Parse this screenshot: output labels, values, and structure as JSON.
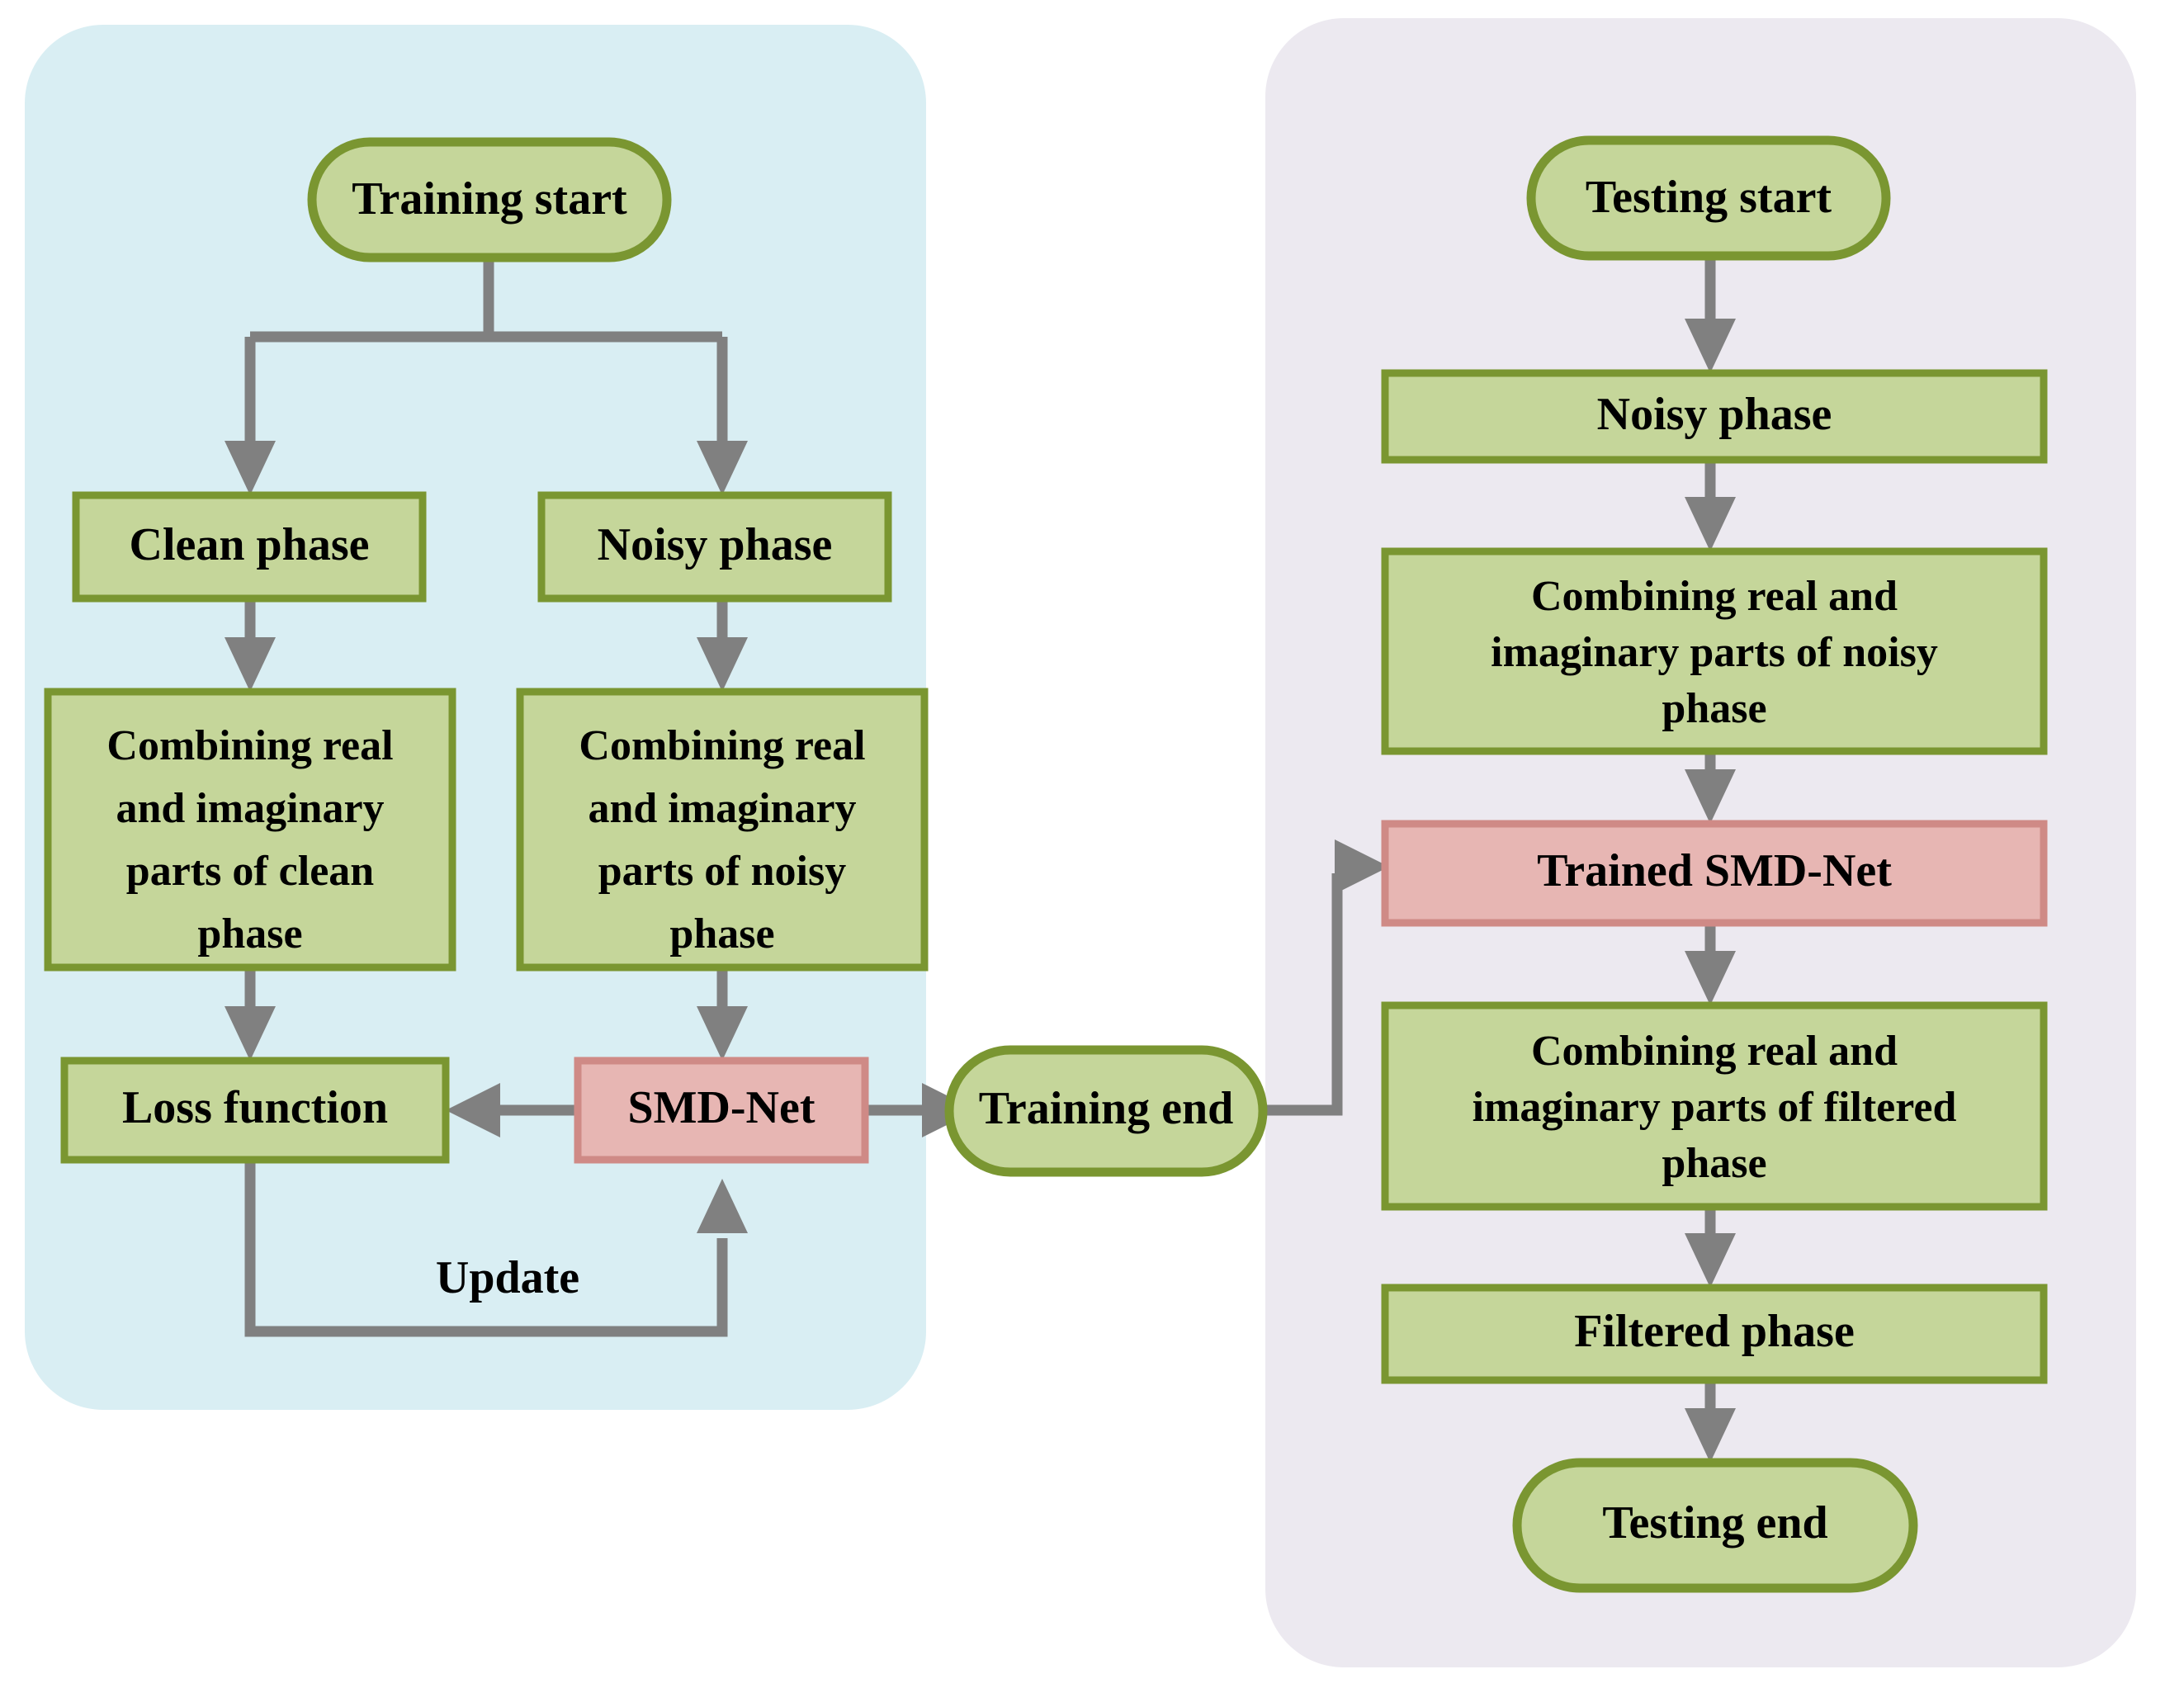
{
  "diagram": {
    "title": "SMD-Net training and testing flowchart",
    "colors": {
      "panel_training_bg": "#d9eef3",
      "panel_testing_bg": "#ece9f0",
      "node_fill_green": "#c5d69a",
      "node_border_green": "#7a9631",
      "node_fill_pink": "#e7b6b3",
      "node_border_pink": "#cf8a86",
      "connector": "#808080",
      "text": "#000000"
    }
  },
  "training_panel": {
    "name": "training-panel",
    "nodes": {
      "start": "Training start",
      "clean_phase": "Clean phase",
      "noisy_phase": "Noisy phase",
      "combine_clean": "Combining real and imaginary parts of clean phase",
      "combine_clean_lines": [
        "Combining real",
        "and imaginary",
        "parts of clean",
        "phase"
      ],
      "combine_noisy": "Combining real and imaginary parts of noisy phase",
      "combine_noisy_lines": [
        "Combining real",
        "and imaginary",
        "parts of noisy",
        "phase"
      ],
      "loss": "Loss function",
      "net": "SMD-Net",
      "end": "Training end"
    },
    "edge_labels": {
      "update": "Update"
    }
  },
  "testing_panel": {
    "name": "testing-panel",
    "nodes": {
      "start": "Testing start",
      "noisy_phase": "Noisy phase",
      "combine_noisy": "Combining real and imaginary parts of noisy phase",
      "combine_noisy_lines": [
        "Combining real and",
        "imaginary parts of noisy",
        "phase"
      ],
      "trained_net": "Trained SMD-Net",
      "combine_filtered": "Combining real and imaginary parts of filtered phase",
      "combine_filtered_lines": [
        "Combining real and",
        "imaginary parts of filtered",
        "phase"
      ],
      "filtered_phase": "Filtered phase",
      "end": "Testing end"
    }
  }
}
